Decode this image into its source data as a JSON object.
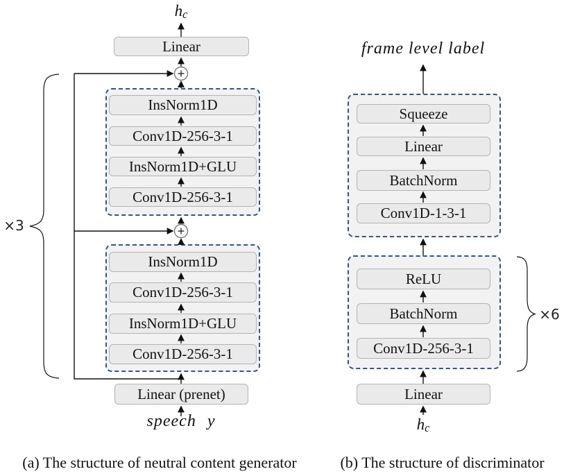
{
  "generator": {
    "caption": "(a) The structure of neutral content generator",
    "output": {
      "base": "h",
      "sub": "c"
    },
    "top_layer": "Linear",
    "repeat_label": "×3",
    "blocks": [
      {
        "layers": [
          "InsNorm1D",
          "Conv1D-256-3-1",
          "InsNorm1D+GLU",
          "Conv1D-256-3-1"
        ]
      },
      {
        "layers": [
          "InsNorm1D",
          "Conv1D-256-3-1",
          "InsNorm1D+GLU",
          "Conv1D-256-3-1"
        ]
      }
    ],
    "prenet_layer": "Linear (prenet)",
    "input": {
      "word": "speech",
      "var": "y"
    }
  },
  "discriminator": {
    "caption": "(b) The structure of discriminator",
    "output_label": "frame level label",
    "post_block": {
      "layers": [
        "Squeeze",
        "Linear",
        "BatchNorm",
        "Conv1D-1-3-1"
      ]
    },
    "repeat_block": {
      "layers": [
        "ReLU",
        "BatchNorm",
        "Conv1D-256-3-1"
      ]
    },
    "repeat_label": "×6",
    "input_layer": "Linear",
    "input": {
      "base": "h",
      "sub": "c"
    }
  },
  "icons": {
    "sum_node": "⊕",
    "arrowhead": "up-arrow",
    "repeat_brace": "curly-brace"
  },
  "colors": {
    "panel_border": "#2f5496",
    "panel_fill": "#f2f2f2",
    "box_fill": "#eaeaea",
    "box_border": "#b3b3b3",
    "line": "#111111"
  }
}
